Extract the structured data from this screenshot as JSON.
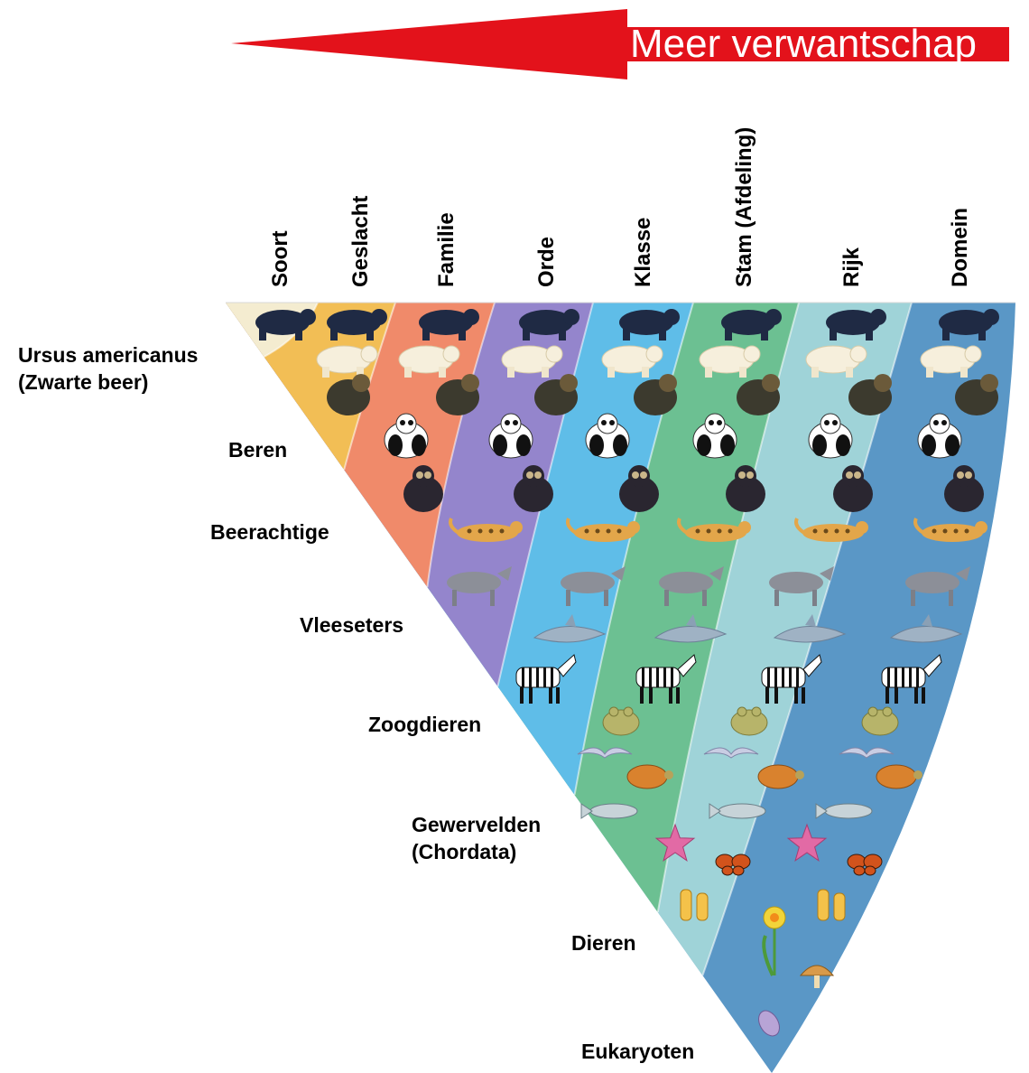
{
  "arrow": {
    "label": "Meer verwantschap",
    "color": "#e3121b"
  },
  "ranks": [
    "Soort",
    "Geslacht",
    "Familie",
    "Orde",
    "Klasse",
    "Stam (Afdeling)",
    "Rijk",
    "Domein"
  ],
  "band_colors": [
    "#f4ecd0",
    "#f2be55",
    "#f08a6a",
    "#9485cc",
    "#5fbde8",
    "#6cc092",
    "#9fd3d8",
    "#5a97c6"
  ],
  "groups": [
    {
      "line1": "Ursus americanus",
      "line2": "(Zwarte beer)"
    },
    {
      "line1": "Beren"
    },
    {
      "line1": "Beerachtige"
    },
    {
      "line1": "Vleeseters"
    },
    {
      "line1": "Zoogdieren"
    },
    {
      "line1": "Gewervelden",
      "line2": "(Chordata)"
    },
    {
      "line1": "Dieren"
    },
    {
      "line1": "Eukaryoten"
    }
  ],
  "organisms": [
    "black-bear",
    "polar-bear",
    "brown-bear",
    "giant-panda",
    "spectacled-bear",
    "leopard",
    "wolf",
    "dolphin",
    "zebra",
    "frog",
    "bird",
    "turtle",
    "fish",
    "starfish",
    "butterfly",
    "sponge",
    "daffodil",
    "mushroom",
    "protist"
  ]
}
